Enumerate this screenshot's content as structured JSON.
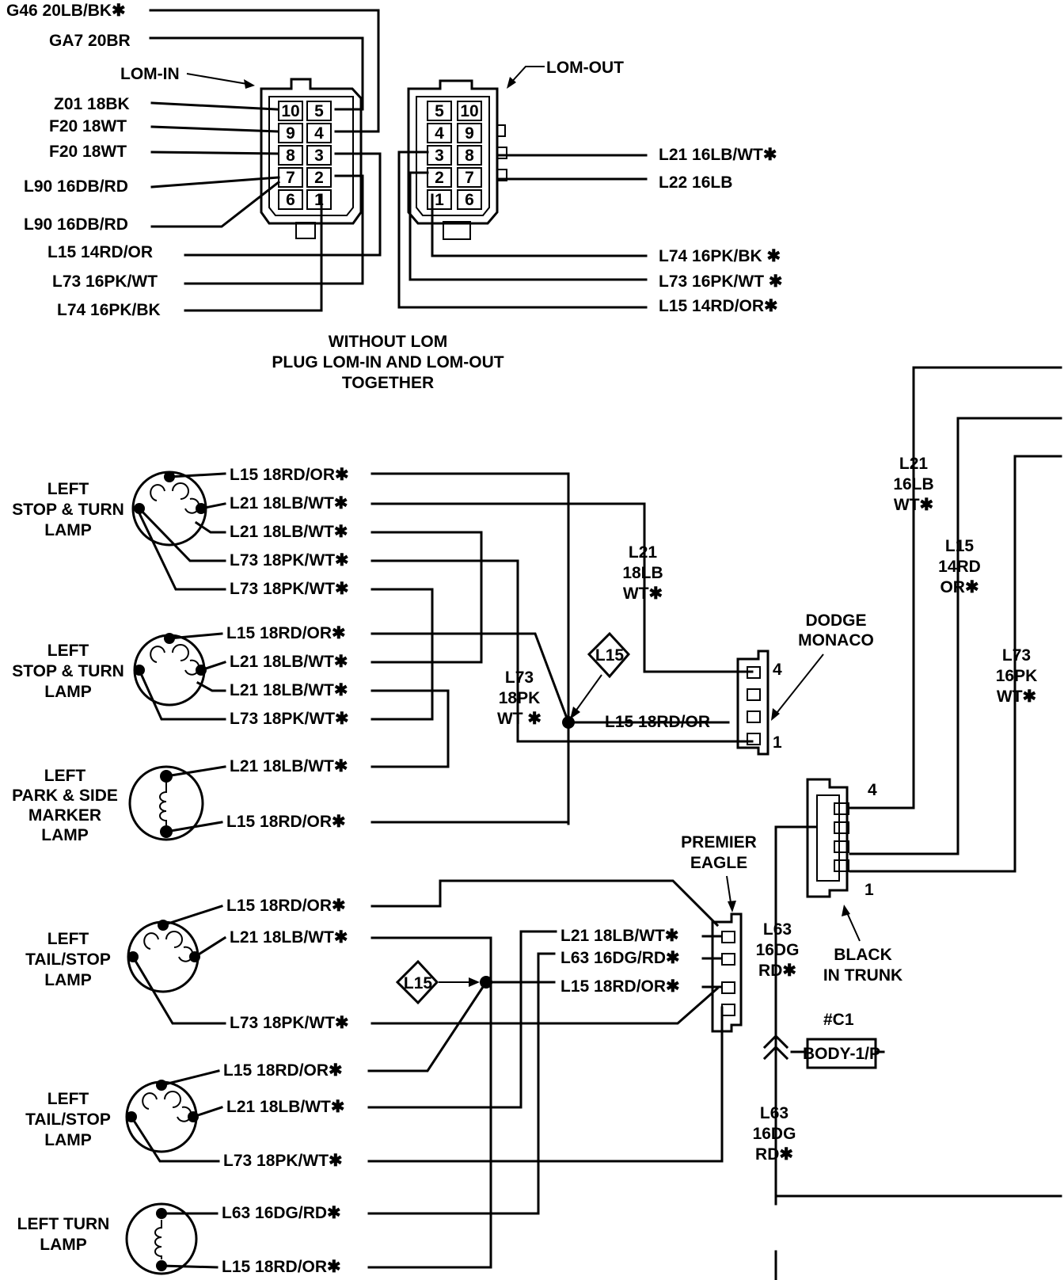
{
  "diagram": {
    "lom_in_wires": [
      "G46  20LB/BK✱",
      "GA7  20BR",
      "Z01  18BK",
      "F20  18WT",
      "F20  18WT",
      "L90  16DB/RD",
      "L90  16DB/RD",
      "L15  14RD/OR",
      "L73  16PK/WT",
      "L74  16PK/BK"
    ],
    "lom_in_label": "LOM-IN",
    "lom_out_label": "LOM-OUT",
    "lom_in_pins": [
      "10",
      "5",
      "9",
      "4",
      "8",
      "3",
      "7",
      "2",
      "6",
      "1"
    ],
    "lom_out_pins": [
      "5",
      "10",
      "4",
      "9",
      "3",
      "8",
      "2",
      "7",
      "1",
      "6"
    ],
    "lom_out_wires": [
      "L21  16LB/WT✱",
      "L22  16LB",
      "L74  16PK/BK ✱",
      "L73  16PK/WT ✱",
      "L15  14RD/OR✱"
    ],
    "note": [
      "WITHOUT LOM",
      "PLUG LOM-IN AND LOM-OUT",
      "TOGETHER"
    ],
    "lamps": {
      "stop1": [
        "LEFT",
        "STOP & TURN",
        "LAMP"
      ],
      "stop2": [
        "LEFT",
        "STOP & TURN",
        "LAMP"
      ],
      "park": [
        "LEFT",
        "PARK & SIDE",
        "MARKER",
        "LAMP"
      ],
      "tail1": [
        "LEFT",
        "TAIL/STOP",
        "LAMP"
      ],
      "tail2": [
        "LEFT",
        "TAIL/STOP",
        "LAMP"
      ],
      "turn": [
        "LEFT TURN",
        "LAMP"
      ]
    },
    "lamp_wires": {
      "stop1": [
        "L15   18RD/OR✱",
        "L21   18LB/WT✱",
        "L21   18LB/WT✱",
        "L73   18PK/WT✱",
        "L73   18PK/WT✱"
      ],
      "stop2": [
        "L15   18RD/OR✱",
        "L21   18LB/WT✱",
        "L21   18LB/WT✱",
        "L73   18PK/WT✱"
      ],
      "park": [
        "L21   18LB/WT✱",
        "L15   18RD/OR✱"
      ],
      "tail1": [
        "L15   18RD/OR✱",
        "L21   18LB/WT✱",
        "L73   18PK/WT✱"
      ],
      "tail2": [
        "L15   18RD/OR✱",
        "L21   18LB/WT✱",
        "L73   18PK/WT✱"
      ],
      "turn": [
        "L63   16DG/RD✱",
        "L15   18RD/OR✱"
      ]
    },
    "mid_labels": {
      "l21_18lb_wt": [
        "L21",
        "18LB",
        "WT✱"
      ],
      "l73_18pk_wt": [
        "L73",
        "18PK",
        "WT ✱"
      ],
      "l15_18rd_or": "L15    18RD/OR",
      "splice": "L15"
    },
    "dodge": [
      "DODGE",
      "MONACO"
    ],
    "dodge_pins": [
      "4",
      "1"
    ],
    "right_labels": {
      "l21_16lb_wt": [
        "L21",
        "16LB",
        "WT✱"
      ],
      "l15_14rd_or": [
        "L15",
        "14RD",
        "OR✱"
      ],
      "l73_16pk_wt": [
        "L73",
        "16PK",
        "WT✱"
      ]
    },
    "black_trunk": [
      "BLACK",
      "IN TRUNK"
    ],
    "black_pins": [
      "4",
      "1"
    ],
    "premier": [
      "PREMIER",
      "EAGLE"
    ],
    "premier_wires": [
      "L21   18LB/WT✱",
      "L63   16DG/RD✱",
      "L15   18RD/OR✱"
    ],
    "l63_upper": [
      "L63",
      "16DG",
      "RD✱"
    ],
    "l63_lower": [
      "L63",
      "16DG",
      "RD✱"
    ],
    "c1_label": "#C1",
    "c1_box": "BODY-1/P"
  }
}
